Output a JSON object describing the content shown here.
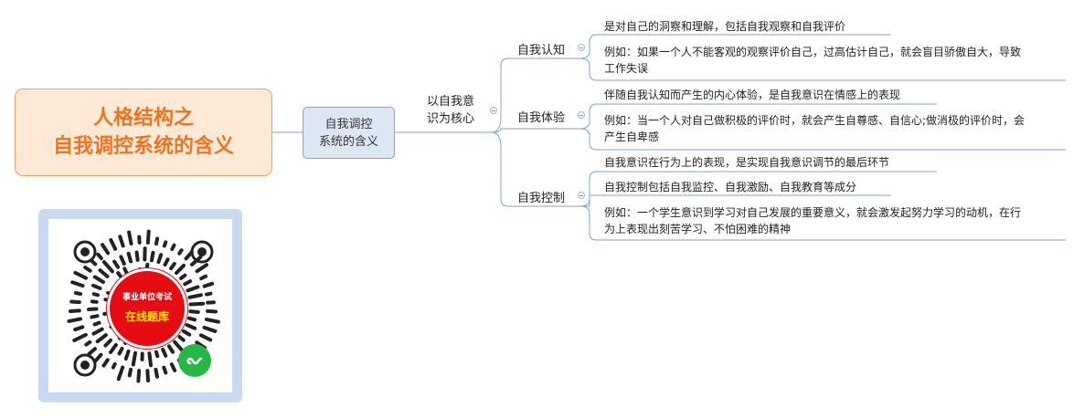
{
  "root": {
    "title_line1": "人格结构之",
    "title_line2": "自我调控系统的含义"
  },
  "level1": {
    "line1": "自我调控",
    "line2": "系统的含义"
  },
  "level2": {
    "line1": "以自我意",
    "line2": "识为核心"
  },
  "branches": [
    {
      "label": "自我认知",
      "leaves": [
        {
          "line1": "是对自己的洞察和理解，包括自我观察和自我评价",
          "line2": ""
        },
        {
          "line1": "例如：如果一个人不能客观的观察评价自己，过高估计自己，就会盲目骄傲自大，导致",
          "line2": "工作失误"
        }
      ]
    },
    {
      "label": "自我体验",
      "leaves": [
        {
          "line1": "伴随自我认知而产生的内心体验，是自我意识在情感上的表现",
          "line2": ""
        },
        {
          "line1": "例如：当一个人对自己做积极的评价时，就会产生自尊感、自信心;做消极的评价时，会",
          "line2": "产生自卑感"
        }
      ]
    },
    {
      "label": "自我控制",
      "leaves": [
        {
          "line1": "自我意识在行为上的表现，是实现自我意识调节的最后环节",
          "line2": ""
        },
        {
          "line1": "自我控制包括自我监控、自我激励、自我教育等成分",
          "line2": ""
        },
        {
          "line1": "例如：一个学生意识到学习对自己发展的重要意义，就会激发起努力学习的动机，在行",
          "line2": "为上表现出刻苦学习、不怕困难的精神"
        }
      ]
    }
  ],
  "qr_badge": {
    "top": "事业单位考试",
    "bottom": "在线题库"
  },
  "colors": {
    "root_fill": "#fde9d6",
    "root_border": "#e8a165",
    "root_text": "#ee7422",
    "level1_fill": "#dde7f3",
    "level1_border": "#7fa6cf",
    "connector": "#7aa4cf",
    "qr_frame": "#c9daf0",
    "badge_red": "#e50c12",
    "badge_yellow": "#ffe400",
    "logo_green": "#26b845"
  },
  "icons": [
    "collapse-toggle-icon",
    "qr-code-icon",
    "mini-program-logo-icon"
  ]
}
